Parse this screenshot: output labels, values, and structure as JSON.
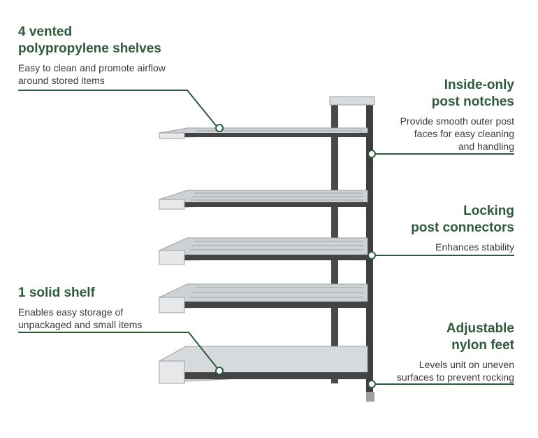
{
  "colors": {
    "accent": "#2d5a3a",
    "text": "#3a3a3a",
    "post": "#4a4a4a",
    "shelf": "#cfd2d4"
  },
  "callouts": {
    "vented": {
      "title_1": "4 vented",
      "title_2": "polypropylene shelves",
      "desc_1": "Easy to clean and promote airflow",
      "desc_2": "around stored items"
    },
    "notches": {
      "title_1": "Inside-only",
      "title_2": "post notches",
      "desc_1": "Provide smooth outer post",
      "desc_2": "faces for easy cleaning",
      "desc_3": "and handling"
    },
    "connectors": {
      "title_1": "Locking",
      "title_2": "post connectors",
      "desc_1": "Enhances stability"
    },
    "solid": {
      "title_1": "1 solid shelf",
      "desc_1": "Enables easy storage of",
      "desc_2": "unpackaged and small items"
    },
    "feet": {
      "title_1": "Adjustable",
      "title_2": "nylon feet",
      "desc_1": "Levels unit on uneven",
      "desc_2": "surfaces to prevent rocking"
    }
  }
}
